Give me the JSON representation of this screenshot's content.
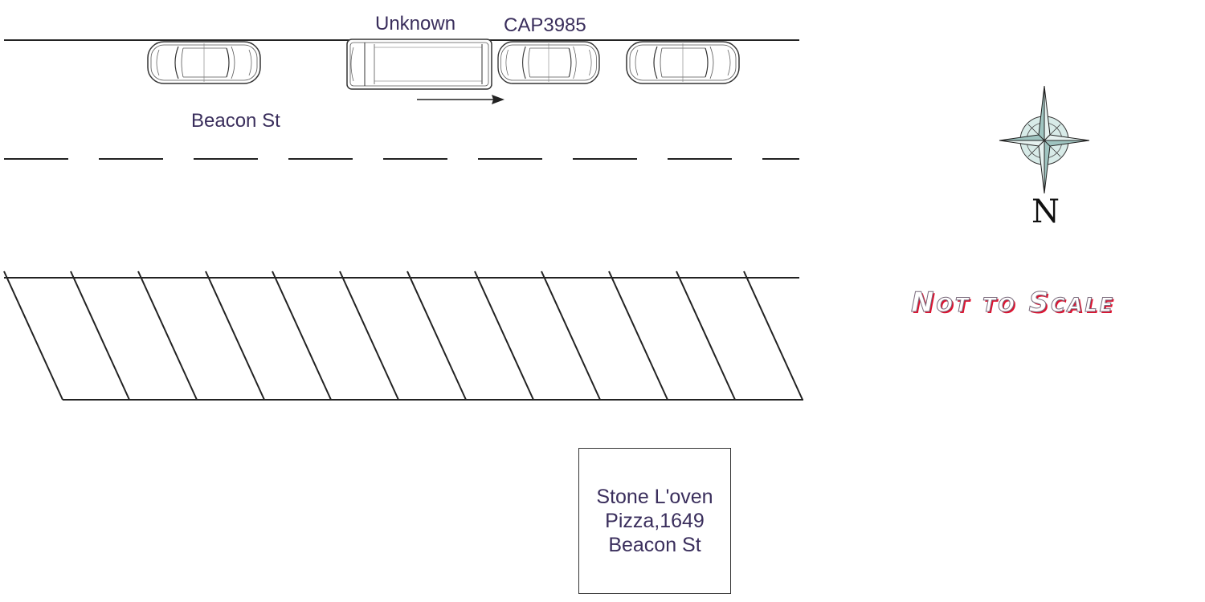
{
  "diagram": {
    "vehicle_labels": {
      "unknown": "Unknown",
      "cap": "CAP3985"
    },
    "street_name": "Beacon St",
    "business": {
      "line1": "Stone L'oven",
      "line2": "Pizza,1649",
      "line3": "Beacon St"
    },
    "compass_letter": "N",
    "scale_note": "Not to Scale",
    "colors": {
      "label_text": "#3a2e5c",
      "lines": "#222222",
      "compass_fill": "#cfe3e0",
      "scale_shadow": "#e0102e"
    },
    "icons": [
      "sedan-icon",
      "van-icon",
      "direction-arrow-icon",
      "compass-rose-icon"
    ]
  }
}
